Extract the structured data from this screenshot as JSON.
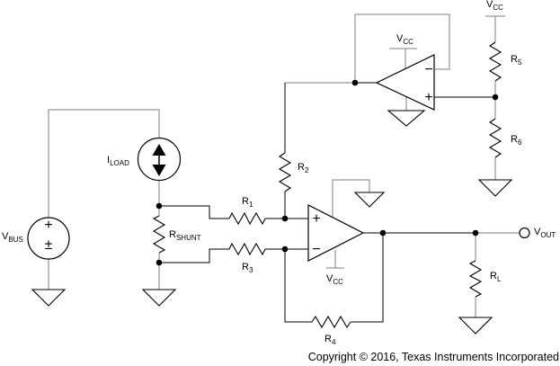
{
  "schematic": {
    "labels": {
      "vbus": {
        "main": "V",
        "sub": "BUS"
      },
      "iload": {
        "main": "I",
        "sub": "LOAD"
      },
      "rshunt": {
        "main": "R",
        "sub": "SHUNT"
      },
      "r1": {
        "main": "R",
        "sub": "1"
      },
      "r2": {
        "main": "R",
        "sub": "2"
      },
      "r3": {
        "main": "R",
        "sub": "3"
      },
      "r4": {
        "main": "R",
        "sub": "4"
      },
      "r5": {
        "main": "R",
        "sub": "5"
      },
      "r6": {
        "main": "R",
        "sub": "6"
      },
      "rl": {
        "main": "R",
        "sub": "L"
      },
      "vout": {
        "main": "V",
        "sub": "OUT"
      },
      "vcc_diff_amp": {
        "main": "V",
        "sub": "CC"
      },
      "vcc_buffer_amp": {
        "main": "V",
        "sub": "CC"
      },
      "vcc_rail": {
        "main": "V",
        "sub": "CC"
      }
    },
    "symbols": {
      "vbus_plus": "+",
      "vbus_plusminus": "±",
      "diff_amp_in_top": "+",
      "diff_amp_in_bottom": "−",
      "buffer_amp_in_top": "−",
      "buffer_amp_in_bottom": "+"
    },
    "footer": {
      "copyright": "Copyright © 2016, Texas Instruments Incorporated"
    },
    "colors": {
      "wire": "#7f7f7f",
      "ink": "#000000",
      "background": "#ffffff"
    }
  }
}
